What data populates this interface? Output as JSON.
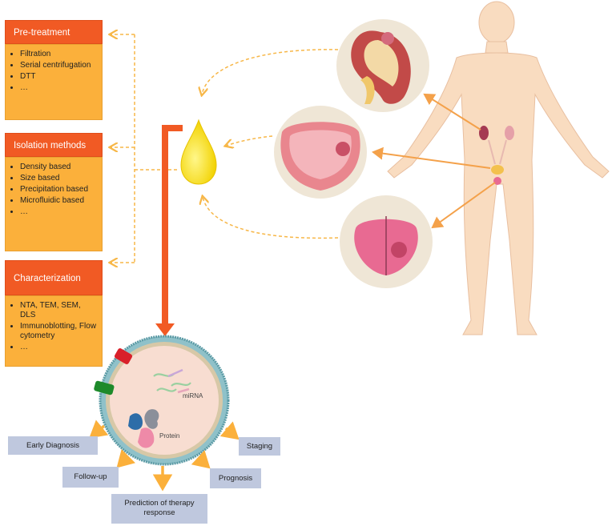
{
  "panels": [
    {
      "title": "Pre-treatment",
      "items": [
        "Filtration",
        "Serial centrifugation",
        "DTT",
        "…"
      ]
    },
    {
      "title": "Isolation methods",
      "items": [
        "Density based",
        "Size based",
        "Precipitation based",
        "Microfluidic based",
        "…"
      ]
    },
    {
      "title": "Characterization",
      "items": [
        "NTA, TEM, SEM, DLS",
        "Immunoblotting, Flow cytometry",
        "…"
      ]
    }
  ],
  "vesicle": {
    "mirna_label": "miRNA",
    "protein_label": "Protein"
  },
  "outcomes": {
    "early_diagnosis": "Early Diagnosis",
    "follow_up": "Follow-up",
    "prediction": "Prediction of therapy response",
    "prognosis": "Prognosis",
    "staging": "Staging"
  },
  "colors": {
    "header": "#f15a24",
    "body": "#fbb03b",
    "arrow_main": "#f15a24",
    "arrow_dash": "#f7b748",
    "outcome_box": "#bfc8de",
    "skin": "#f9dcc0"
  }
}
